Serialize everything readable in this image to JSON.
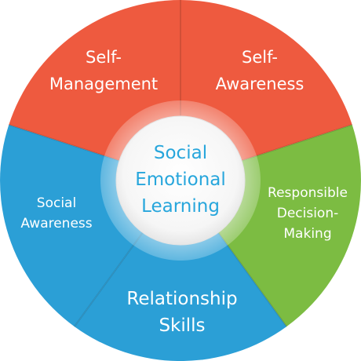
{
  "center": {
    "lines": [
      "Social",
      "Emotional",
      "Learning"
    ],
    "color": "#27a6dc"
  },
  "segments": [
    {
      "key": "self-awareness",
      "lines": [
        "Self-",
        "Awareness"
      ],
      "color": "#ee5a3f"
    },
    {
      "key": "responsible-decision-making",
      "lines": [
        "Responsible",
        "Decision-",
        "Making"
      ],
      "color": "#7cbc42"
    },
    {
      "key": "relationship-skills",
      "lines": [
        "Relationship",
        "Skills"
      ],
      "color": "#2b9fd6"
    },
    {
      "key": "social-awareness",
      "lines": [
        "Social",
        "Awareness"
      ],
      "color": "#2b9fd6"
    },
    {
      "key": "self-management",
      "lines": [
        "Self-",
        "Management"
      ],
      "color": "#ee5a3f"
    }
  ]
}
